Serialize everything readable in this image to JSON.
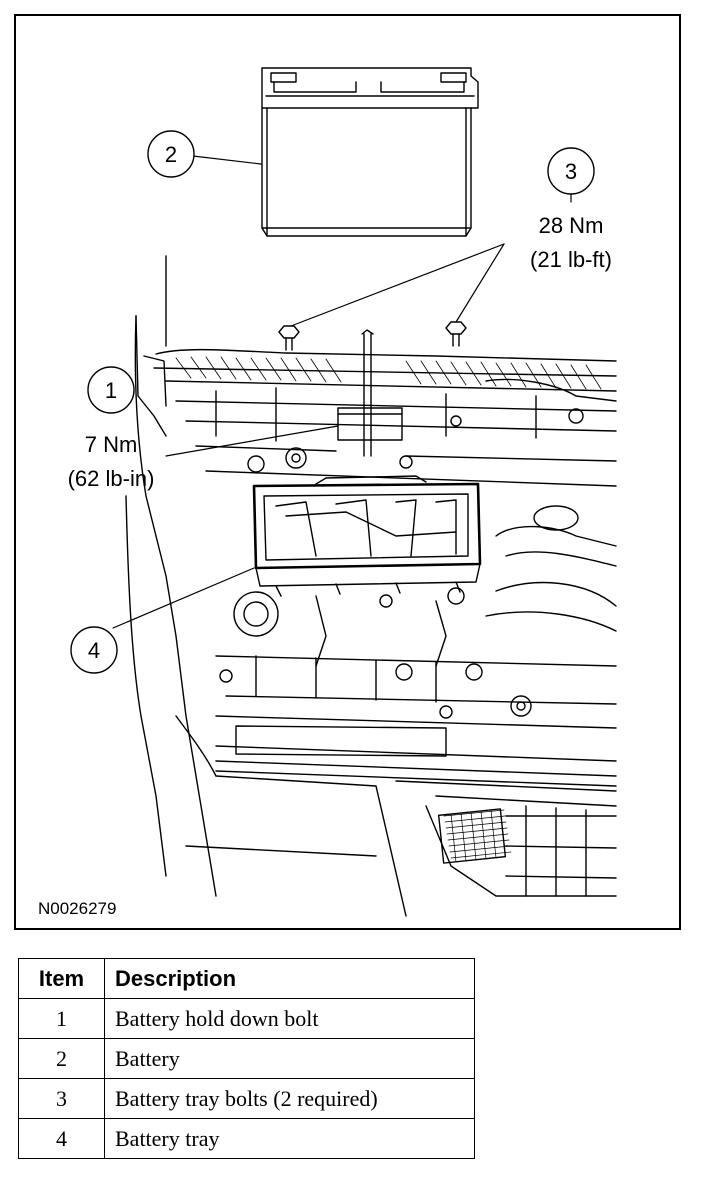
{
  "figure": {
    "figure_id": "N0026279",
    "callouts": [
      {
        "number": "1",
        "torque_nm": "7 Nm",
        "torque_imperial": "(62 lb-in)"
      },
      {
        "number": "2"
      },
      {
        "number": "3",
        "torque_nm": "28 Nm",
        "torque_imperial": "(21 lb-ft)"
      },
      {
        "number": "4"
      }
    ]
  },
  "table": {
    "headers": {
      "item": "Item",
      "description": "Description"
    },
    "rows": [
      {
        "item": "1",
        "description": "Battery hold down bolt"
      },
      {
        "item": "2",
        "description": "Battery"
      },
      {
        "item": "3",
        "description": "Battery tray bolts (2 required)"
      },
      {
        "item": "4",
        "description": "Battery tray"
      }
    ]
  }
}
